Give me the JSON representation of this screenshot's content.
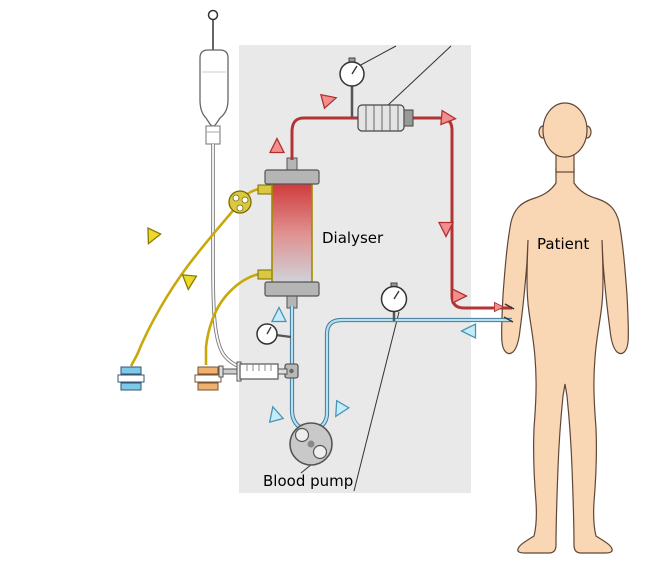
{
  "labels": {
    "dialyser": "Dialyser",
    "patient": "Patient",
    "blood_pump": "Blood pump"
  },
  "colors": {
    "panel_background": "#e9e9e9",
    "arterial_line_red": "#b23434",
    "venous_line_blue": "#b5e2f2",
    "dialysate_line_yellow": "#c9a80a",
    "skin_tone": "#f9d6b4",
    "arrow_red": "#f28e8e",
    "arrow_cyan": "#c4ecfa",
    "arrow_yellow": "#ecd92a",
    "dialyser_top": "#cf3a3a",
    "dialyser_bottom": "#cfd3da"
  },
  "components": [
    "iv-bag",
    "iv-hook",
    "dialysate-stopcock",
    "dialyser-canister",
    "pressure-gauge-top",
    "air-trap-clamp",
    "pressure-gauge-venous",
    "pressure-gauge-arterial",
    "heparin-syringe",
    "injection-port",
    "blood-pump",
    "dialysate-connector-blue",
    "dialysate-connector-orange",
    "patient-figure"
  ]
}
